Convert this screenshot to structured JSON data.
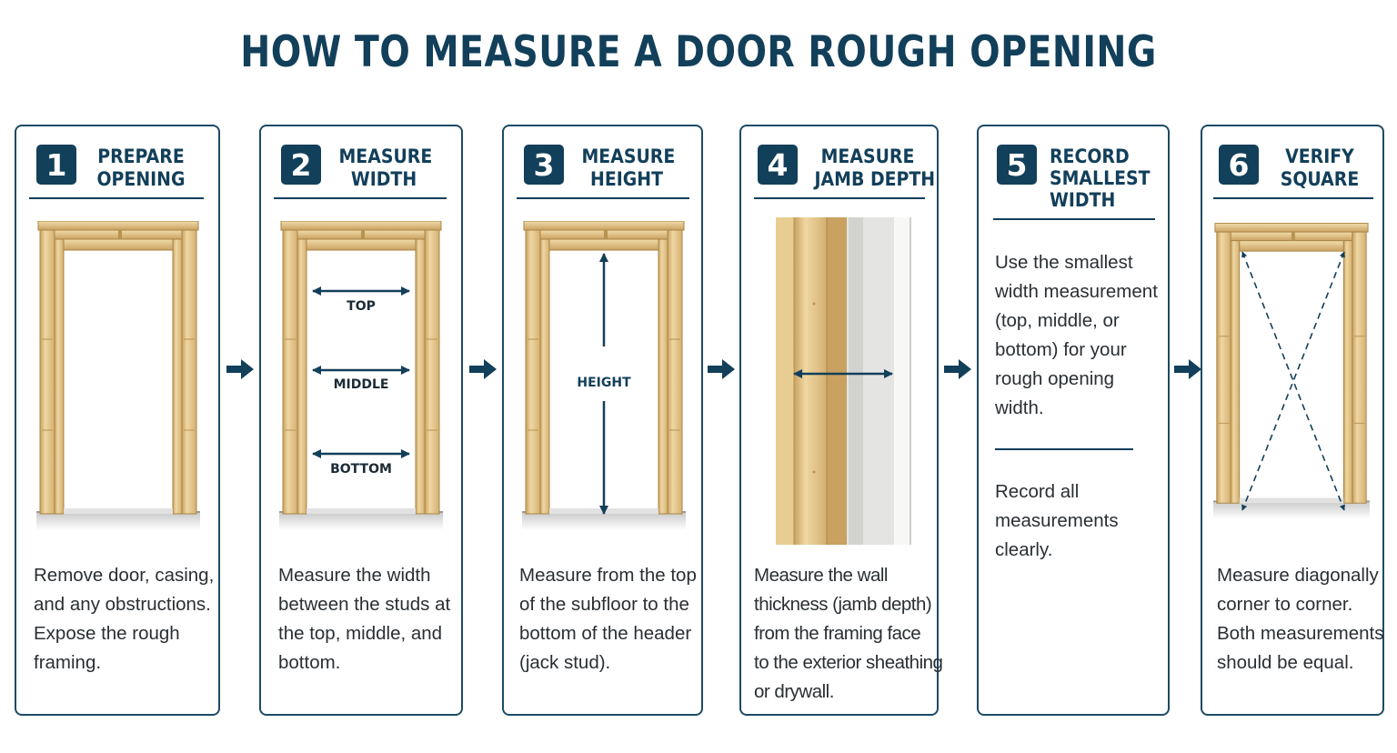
{
  "title": "HOW TO MEASURE A DOOR ROUGH OPENING",
  "colors": {
    "navy": "#123f5a",
    "wood": "#e6c98a",
    "wood_dark": "#b8924f"
  },
  "steps": [
    {
      "number": "1",
      "heading": [
        "PREPARE",
        "OPENING"
      ],
      "description": [
        "Remove door, casing,",
        "and any obstructions.",
        "Expose the rough",
        "framing."
      ]
    },
    {
      "number": "2",
      "heading": [
        "MEASURE",
        "WIDTH"
      ],
      "labels": {
        "top": "TOP",
        "middle": "MIDDLE",
        "bottom": "BOTTOM"
      },
      "description": [
        "Measure the width",
        "between the studs at",
        "the top, middle, and",
        "bottom."
      ]
    },
    {
      "number": "3",
      "heading": [
        "MEASURE",
        "HEIGHT"
      ],
      "labels": {
        "height": "HEIGHT"
      },
      "description": [
        "Measure from the top",
        "of the subfloor to the",
        "bottom of the header",
        "(jack stud)."
      ]
    },
    {
      "number": "4",
      "heading": [
        "MEASURE",
        "JAMB DEPTH"
      ],
      "description": [
        "Measure the wall",
        "thickness (jamb depth)",
        "from the framing face",
        "to the exterior sheathing",
        "or drywall."
      ]
    },
    {
      "number": "5",
      "heading": [
        "RECORD",
        "SMALLEST",
        "WIDTH"
      ],
      "description": [
        "Use the smallest",
        "width measurement",
        "(top, middle, or",
        "bottom) for your",
        "rough opening",
        "width."
      ],
      "note": [
        "Record all",
        "measurements",
        "clearly."
      ]
    },
    {
      "number": "6",
      "heading": [
        "VERIFY",
        "SQUARE"
      ],
      "description": [
        "Measure diagonally",
        "corner to corner.",
        "Both measurements",
        "should be equal."
      ]
    }
  ]
}
